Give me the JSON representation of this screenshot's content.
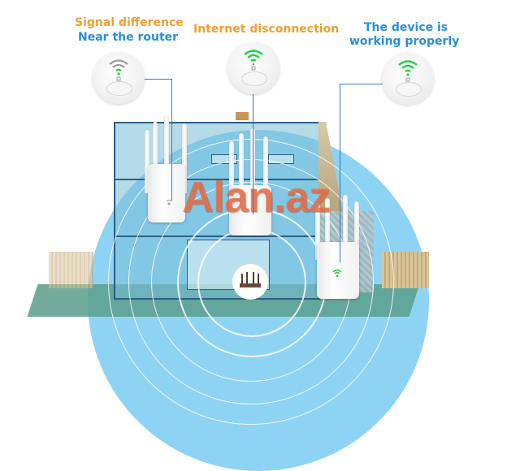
{
  "captions": {
    "left": {
      "line1": "Signal difference",
      "line2": "Near the router"
    },
    "middle": {
      "line1": "Internet disconnection"
    },
    "right": {
      "line1": "The device is",
      "line2": "working properly"
    }
  },
  "status_indicators": [
    {
      "position": "left",
      "state": "weak-signal",
      "wifi_bars_lit": 1,
      "wifi_color": "#22cc44",
      "wifi_off_color": "#9a9a9a"
    },
    {
      "position": "middle",
      "state": "internet-disconnected",
      "wifi_bars_lit": 3,
      "wifi_color": "#22cc44"
    },
    {
      "position": "right",
      "state": "working",
      "wifi_bars_lit": 3,
      "wifi_color": "#22cc44"
    }
  ],
  "diagram": {
    "central_device": "router",
    "signal_rings": 5,
    "extenders": [
      {
        "position": "upper-left",
        "antennas": 4
      },
      {
        "position": "center",
        "antennas": 4
      },
      {
        "position": "lower-right",
        "antennas": 4
      }
    ]
  },
  "watermark": {
    "text": "Alan.az"
  },
  "colors": {
    "caption_orange": "#f0a030",
    "caption_blue": "#2a8fd6",
    "signal_blue": "#8fd3f4",
    "connector": "#3a78b8"
  }
}
